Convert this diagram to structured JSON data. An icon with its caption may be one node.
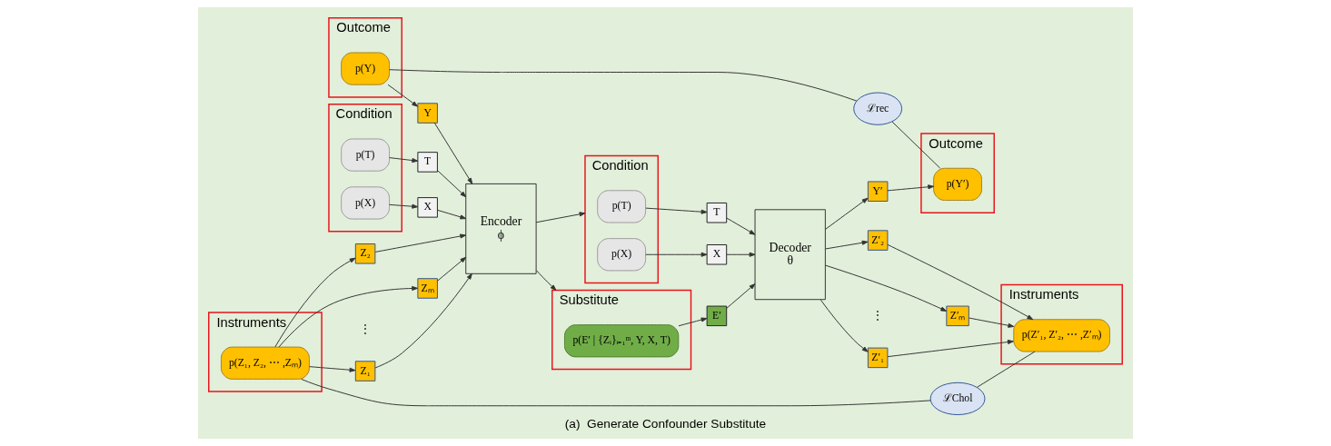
{
  "diagram": {
    "caption": "(a)  Generate Confounder Substitute",
    "nodes": [
      {
        "text": [
          "Outcome"
        ]
      },
      {
        "text": [
          "p(Y)"
        ],
        "in": 0
      },
      {
        "text": [
          "Condition"
        ]
      },
      {
        "text": [
          "p(T)"
        ],
        "in": 2
      },
      {
        "text": [
          "p(X)"
        ],
        "in": 2
      },
      {
        "text": [
          "Instruments"
        ]
      },
      {
        "text": [
          "p(Z₁, Z₂, ⋯ ,Zₘ)"
        ],
        "in": 5
      },
      {
        "text": [
          "Y"
        ]
      },
      {
        "text": [
          "T"
        ]
      },
      {
        "text": [
          "X"
        ]
      },
      {
        "text": [
          "Z₁"
        ]
      },
      {
        "text": [
          "Z₂"
        ]
      },
      {
        "text": [
          "Zₘ"
        ]
      },
      {
        "text": [
          "Encoder",
          "ϕ"
        ]
      },
      {
        "text": [
          "Condition"
        ]
      },
      {
        "text": [
          "p(T)"
        ],
        "in": 14
      },
      {
        "text": [
          "p(X)"
        ],
        "in": 14
      },
      {
        "text": [
          "Substitute"
        ]
      },
      {
        "text": [
          "p(E′ | {Zᵢ}ᵢ₌₁ᵐ, Y, X, T)"
        ],
        "in": 17
      },
      {
        "text": [
          "T"
        ]
      },
      {
        "text": [
          "X"
        ]
      },
      {
        "text": [
          "E′"
        ]
      },
      {
        "text": [
          "Decoder",
          "θ"
        ]
      },
      {
        "text": [
          "Y′"
        ]
      },
      {
        "text": [
          "Z′₁"
        ]
      },
      {
        "text": [
          "Z′₂"
        ]
      },
      {
        "text": [
          "Z′ₘ"
        ]
      },
      {
        "text": [
          "Outcome"
        ]
      },
      {
        "text": [
          "p(Y′)"
        ],
        "in": 27
      },
      {
        "text": [
          "Instruments"
        ]
      },
      {
        "text": [
          "p(Z′₁, Z′₂, ⋯ ,Z′ₘ)"
        ],
        "in": 29
      },
      {
        "text": [
          "ℒrec"
        ]
      },
      {
        "text": [
          "ℒChol"
        ]
      }
    ],
    "edges": [
      {
        "from": 1,
        "to": 7,
        "arrow": "to"
      },
      {
        "from": 3,
        "to": 8,
        "arrow": "to"
      },
      {
        "from": 4,
        "to": 9,
        "arrow": "to"
      },
      {
        "from": 6,
        "to": 10,
        "arrow": "to"
      },
      {
        "from": 6,
        "to": 11,
        "arrow": "to"
      },
      {
        "from": 6,
        "to": 12,
        "arrow": "to"
      },
      {
        "from": 7,
        "to": 13,
        "arrow": "to"
      },
      {
        "from": 8,
        "to": 13,
        "arrow": "to"
      },
      {
        "from": 9,
        "to": 13,
        "arrow": "to"
      },
      {
        "from": 10,
        "to": 13,
        "arrow": "to"
      },
      {
        "from": 11,
        "to": 13,
        "arrow": "to"
      },
      {
        "from": 12,
        "to": 13,
        "arrow": "to"
      },
      {
        "from": 13,
        "to": 14,
        "arrow": "to"
      },
      {
        "from": 13,
        "to": 17,
        "arrow": "to"
      },
      {
        "from": 15,
        "to": 19,
        "arrow": "to"
      },
      {
        "from": 16,
        "to": 20,
        "arrow": "to"
      },
      {
        "from": 18,
        "to": 21,
        "arrow": "to"
      },
      {
        "from": 19,
        "to": 22,
        "arrow": "to"
      },
      {
        "from": 20,
        "to": 22,
        "arrow": "to"
      },
      {
        "from": 21,
        "to": 22,
        "arrow": "to"
      },
      {
        "from": 22,
        "to": 23,
        "arrow": "to"
      },
      {
        "from": 22,
        "to": 24,
        "arrow": "to"
      },
      {
        "from": 22,
        "to": 25,
        "arrow": "to"
      },
      {
        "from": 22,
        "to": 26,
        "arrow": "to"
      },
      {
        "from": 23,
        "to": 28,
        "arrow": "to"
      },
      {
        "from": 24,
        "to": 30,
        "arrow": "to"
      },
      {
        "from": 25,
        "to": 30,
        "arrow": "to"
      },
      {
        "from": 26,
        "to": 30,
        "arrow": "to"
      },
      {
        "from": 1,
        "to": 31,
        "arrow": "none"
      },
      {
        "from": 31,
        "to": 28,
        "arrow": "none"
      },
      {
        "from": 6,
        "to": 32,
        "arrow": "none"
      },
      {
        "from": 32,
        "to": 30,
        "arrow": "none"
      }
    ],
    "labels": [
      "⋮",
      "⋮"
    ]
  }
}
